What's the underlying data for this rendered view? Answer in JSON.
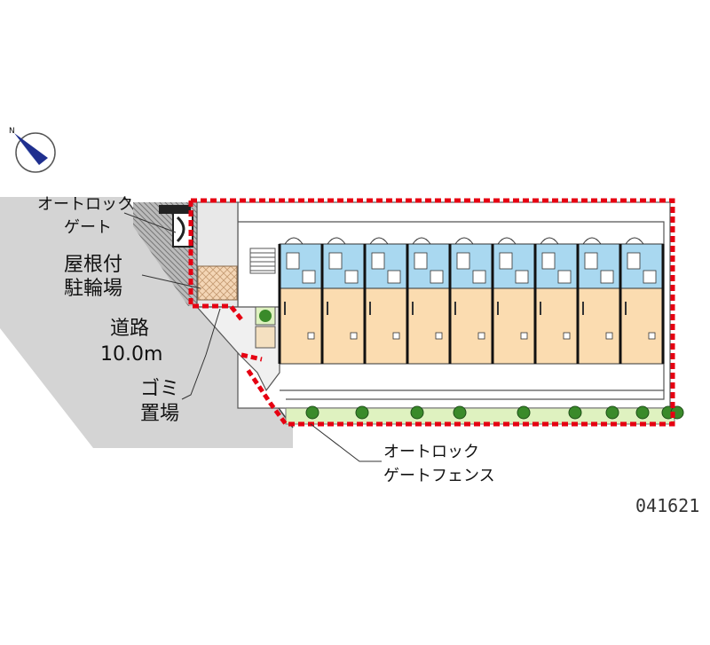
{
  "labels": {
    "gate_autolock": [
      "オートロック",
      "ゲート"
    ],
    "bicycle_parking": [
      "屋根付",
      "駐輪場"
    ],
    "road": [
      "道路",
      "10.0m"
    ],
    "garbage": [
      "ゴミ",
      "置場"
    ],
    "gate_fence": [
      "オートロック",
      "ゲートフェンス"
    ],
    "map_code": "041621"
  },
  "compass_icon": "north-arrow-icon",
  "units": {
    "count": 9
  },
  "trees": {
    "count": 10
  },
  "colors": {
    "boundary": "#e60012",
    "road": "#d4d4d4",
    "building_fill": "#fbdcb0",
    "water_rooms": "#a9d8f0",
    "green_strip": "#dff2c0",
    "tree": "#3a8a2a"
  }
}
